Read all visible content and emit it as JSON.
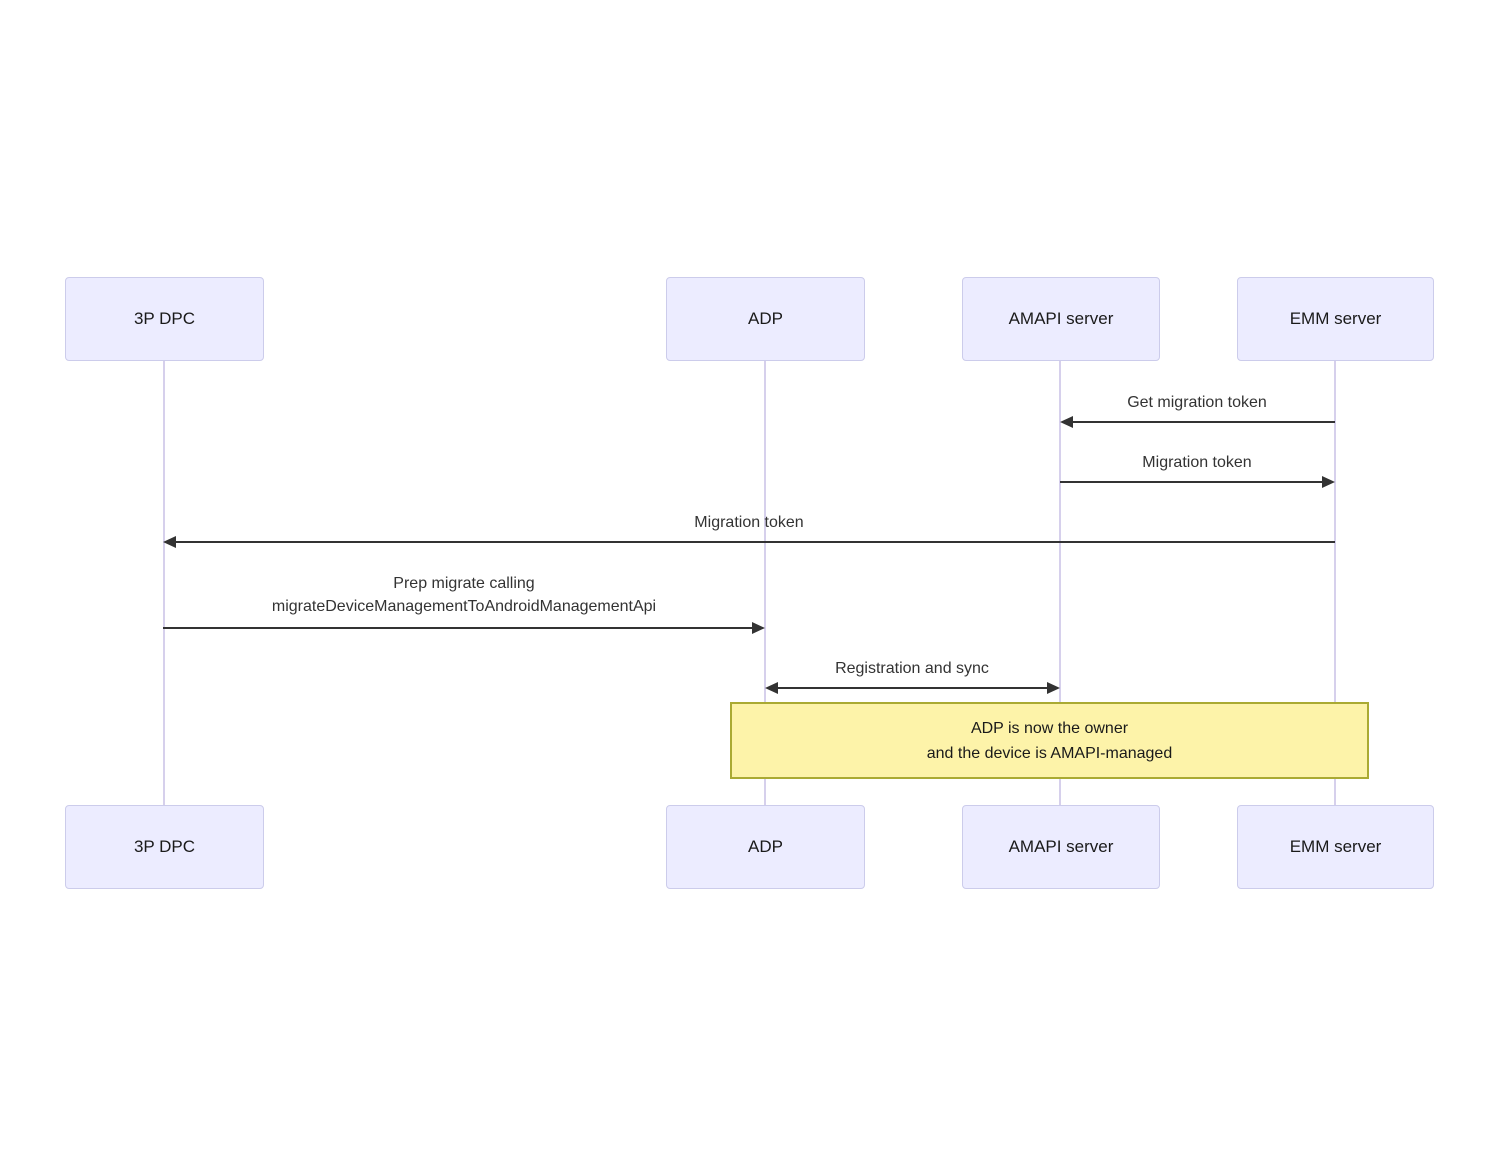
{
  "diagram": {
    "type": "sequence",
    "actors": [
      {
        "id": "3p-dpc",
        "label": "3P DPC"
      },
      {
        "id": "adp",
        "label": "ADP"
      },
      {
        "id": "amapi-server",
        "label": "AMAPI server"
      },
      {
        "id": "emm-server",
        "label": "EMM server"
      }
    ],
    "messages": [
      {
        "from": "EMM server",
        "to": "AMAPI server",
        "arrow": "left",
        "lines": [
          "Get migration token"
        ]
      },
      {
        "from": "AMAPI server",
        "to": "EMM server",
        "arrow": "right",
        "lines": [
          "Migration token"
        ]
      },
      {
        "from": "EMM server",
        "to": "3P DPC",
        "arrow": "left",
        "lines": [
          "Migration token"
        ]
      },
      {
        "from": "3P DPC",
        "to": "ADP",
        "arrow": "right",
        "lines": [
          "Prep migrate calling",
          "migrateDeviceManagementToAndroidManagementApi"
        ]
      },
      {
        "from": "ADP",
        "to": "AMAPI server",
        "arrow": "both",
        "lines": [
          "Registration and sync"
        ]
      }
    ],
    "note": {
      "over": "ADP, AMAPI server, EMM server",
      "lines": [
        "ADP is now the owner",
        "and the device is AMAPI-managed"
      ]
    }
  },
  "colors": {
    "background": "#FFFFFF",
    "actor_fill": "#ECECFF",
    "actor_border": "#CCCCEB",
    "lifeline": "#D6D0EC",
    "arrow": "#333333",
    "text": "#333333",
    "note_fill": "#FDF3A9",
    "note_border": "#AAAA33"
  }
}
